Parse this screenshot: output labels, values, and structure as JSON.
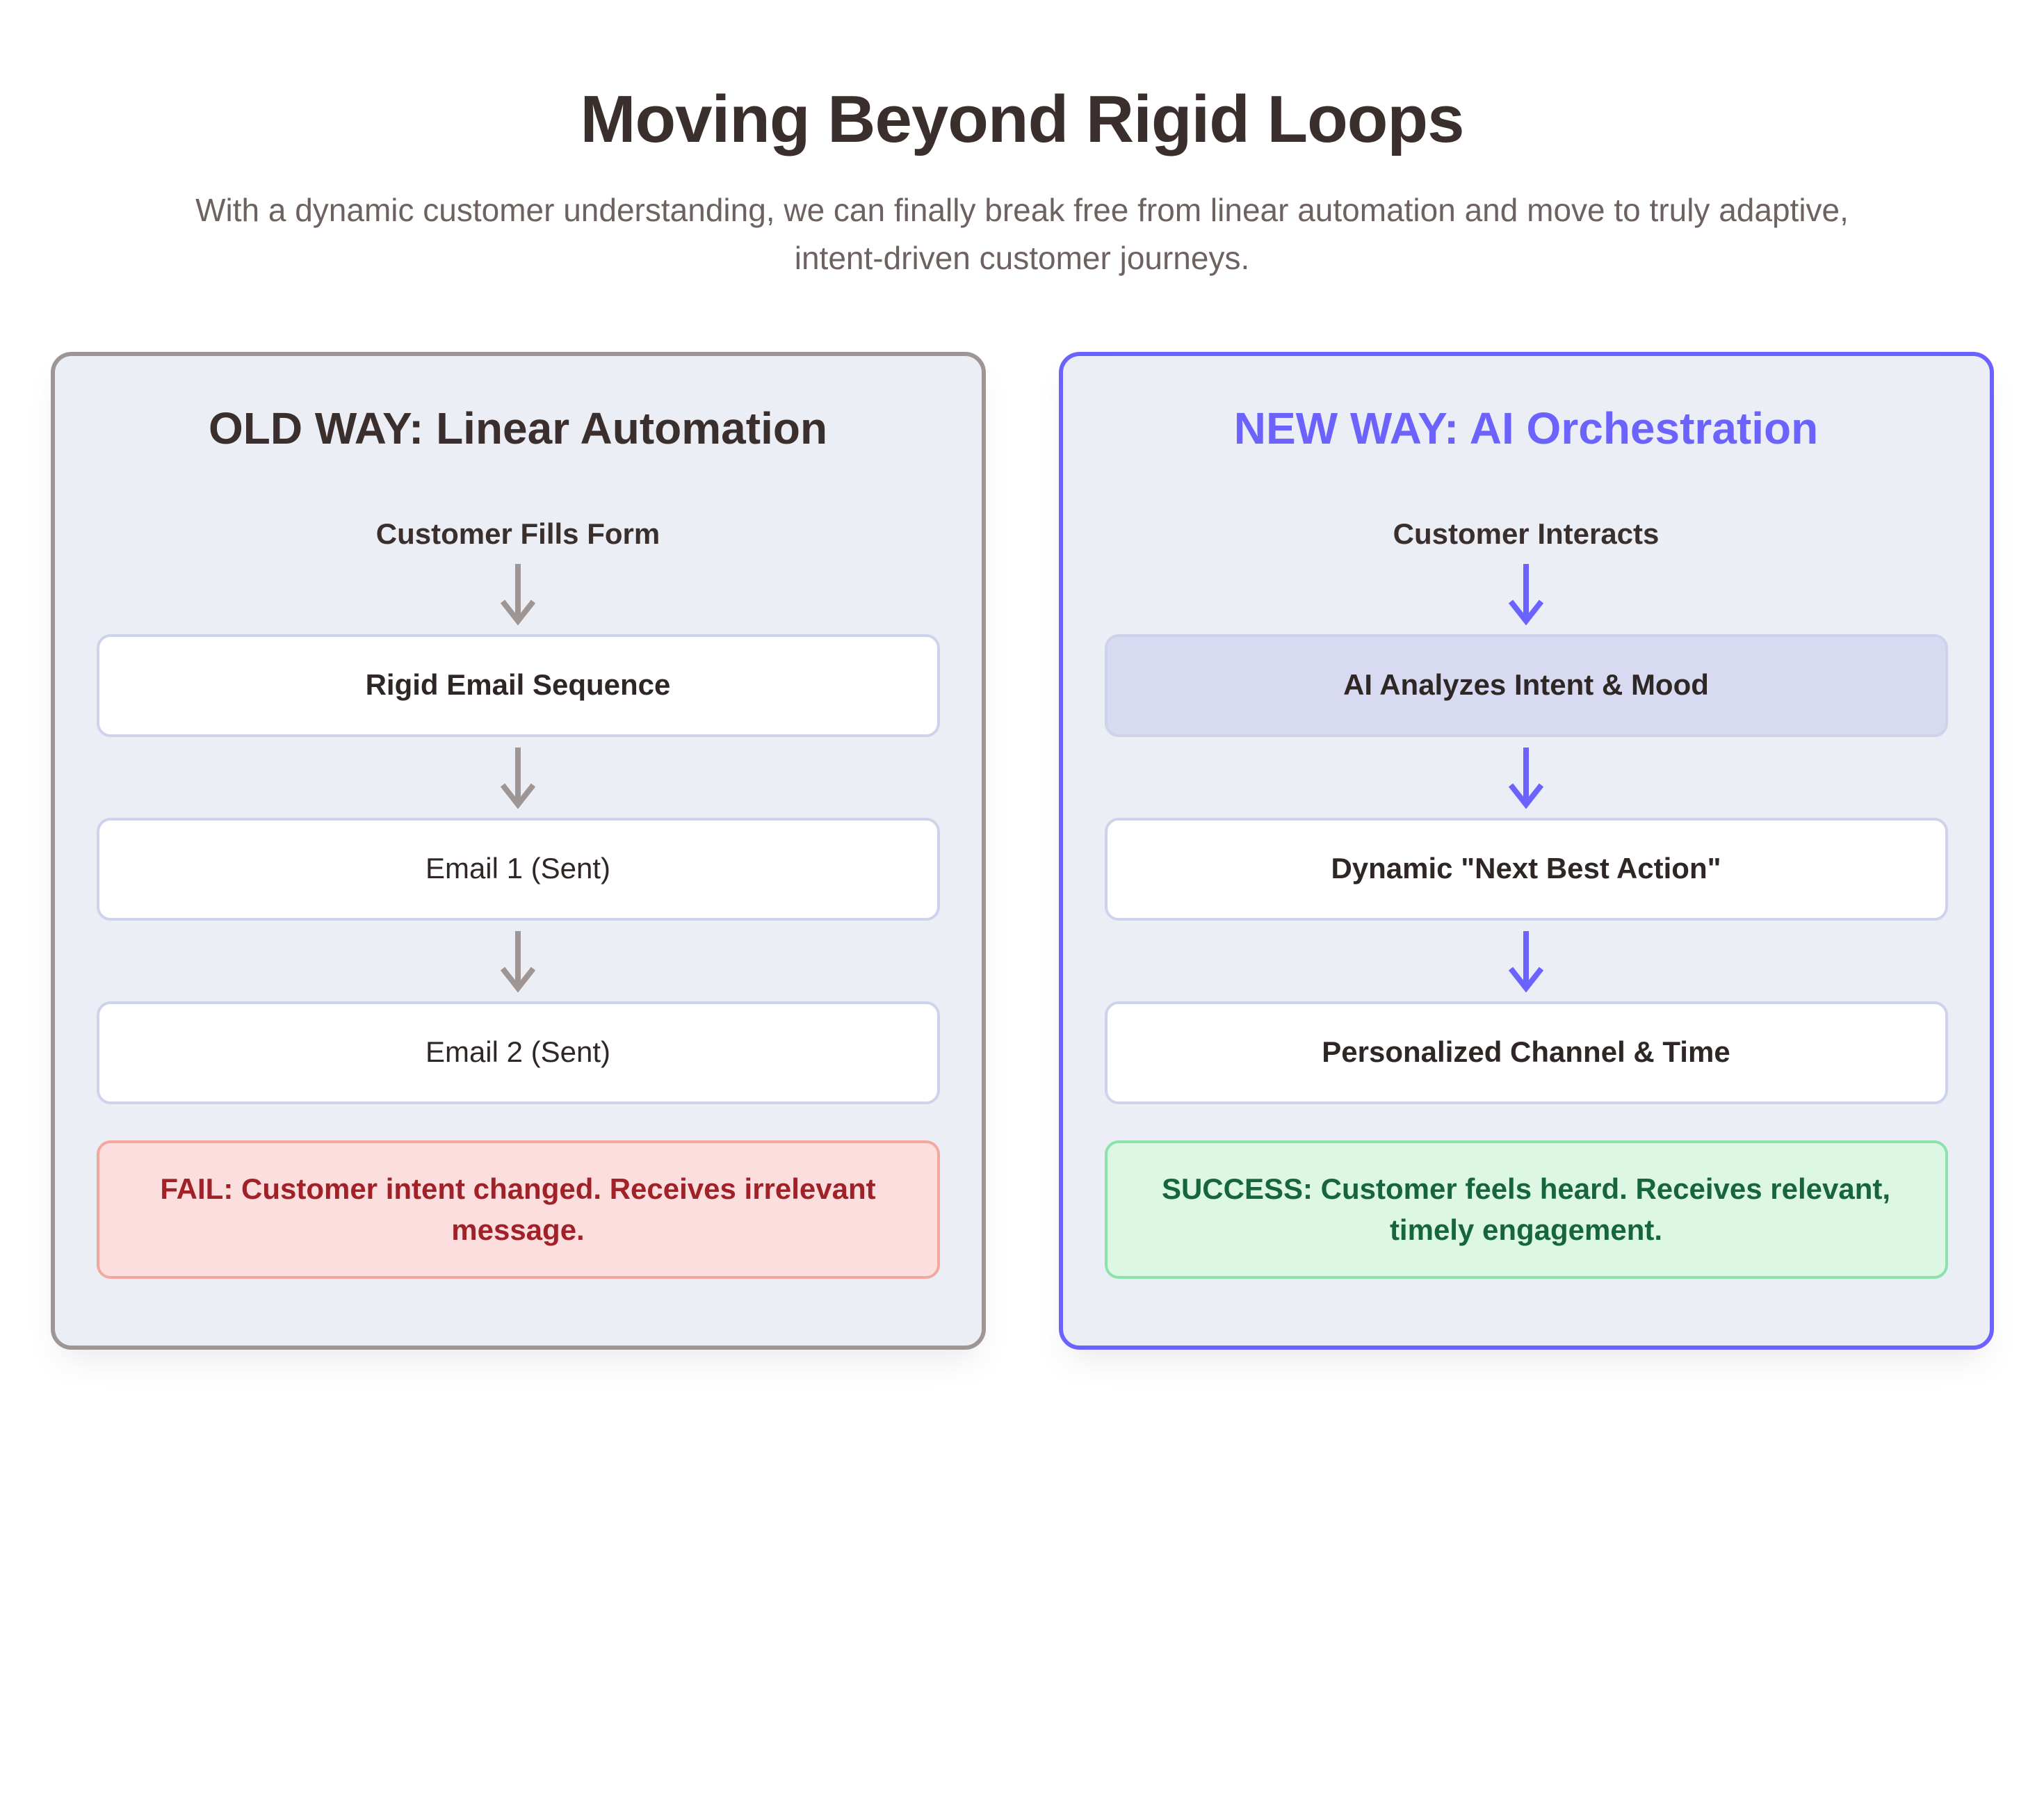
{
  "header": {
    "title": "Moving Beyond Rigid Loops",
    "subtitle": "With a dynamic customer understanding, we can finally break free from linear automation and move to truly adaptive, intent-driven customer journeys."
  },
  "colors": {
    "title_text": "#3B2F2D",
    "subtitle_text": "#6E6260",
    "panel_background": "#EBEFF5",
    "old_border": "#9E9595",
    "old_arrow": "#9E9595",
    "new_border": "#6C63FF",
    "new_accent": "#6C63FF",
    "new_arrow": "#6C63FF",
    "box_border": "#CED3EB",
    "box_background": "#FFFFFF",
    "highlight_background": "#D7DAF0",
    "fail_background": "#FCDEDE",
    "fail_border": "#F3A89F",
    "fail_text": "#A02128",
    "success_background": "#DCF8E4",
    "success_border": "#8BE3AB",
    "success_text": "#17653A"
  },
  "panels": {
    "old": {
      "title": "OLD WAY: Linear Automation",
      "start_label": "Customer Fills Form",
      "steps": [
        {
          "label": "Rigid Email Sequence",
          "bold": true,
          "highlight": false
        },
        {
          "label": "Email 1 (Sent)",
          "bold": false,
          "highlight": false
        },
        {
          "label": "Email 2 (Sent)",
          "bold": false,
          "highlight": false
        }
      ],
      "outcome": {
        "tag": "FAIL:",
        "text": " Customer intent changed. Receives irrelevant message."
      },
      "arrow_icon": "arrow-down-icon"
    },
    "new": {
      "title": "NEW WAY: AI Orchestration",
      "start_label": "Customer Interacts",
      "steps": [
        {
          "label": "AI Analyzes Intent & Mood",
          "bold": true,
          "highlight": true
        },
        {
          "label": "Dynamic \"Next Best Action\"",
          "bold": true,
          "highlight": false
        },
        {
          "label": "Personalized Channel & Time",
          "bold": true,
          "highlight": false
        }
      ],
      "outcome": {
        "tag": "SUCCESS:",
        "text": " Customer feels heard. Receives relevant, timely engagement."
      },
      "arrow_icon": "arrow-down-icon"
    }
  }
}
